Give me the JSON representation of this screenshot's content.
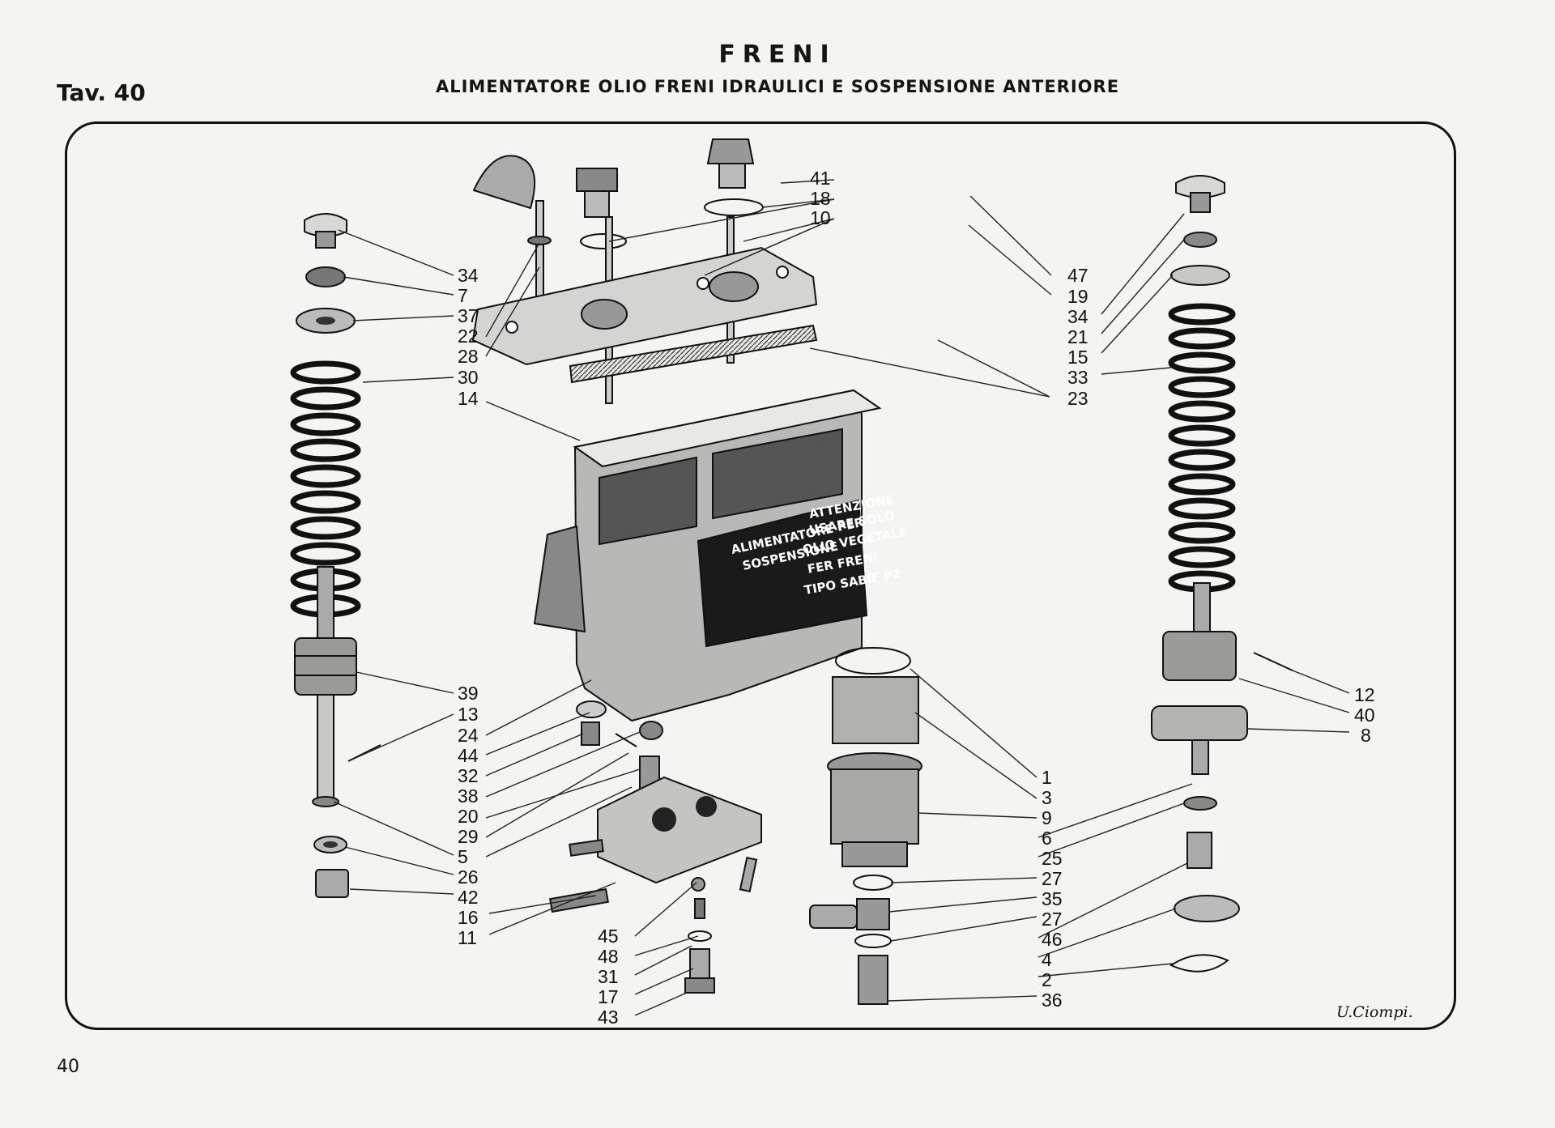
{
  "header": {
    "title": "FRENI",
    "subtitle": "ALIMENTATORE OLIO FRENI IDRAULICI E SOSPENSIONE ANTERIORE",
    "plate": "Tav. 40"
  },
  "footer": {
    "page_number": "40"
  },
  "signature": "U.Ciompi.",
  "reservoir_plates": {
    "left_lines": [
      "ALIMENTATORE PER",
      "SOSPENSIONE"
    ],
    "right_lines": [
      "ATTENZIONE",
      "USARE SOLO",
      "OLIO VEGETALE",
      "FER FRENI",
      "TIPO SABIF P2"
    ]
  },
  "callouts": {
    "left_column": [
      "34",
      "7",
      "37",
      "22",
      "28",
      "30",
      "14",
      "39",
      "13",
      "24",
      "44",
      "32",
      "38",
      "20",
      "29",
      "5",
      "26",
      "42",
      "16",
      "11"
    ],
    "top_center": [
      "41",
      "18",
      "10"
    ],
    "bottom_center": [
      "45",
      "48",
      "31",
      "17",
      "43"
    ],
    "middle_column": [
      "1",
      "3",
      "9",
      "6",
      "25",
      "27",
      "35",
      "27",
      "46",
      "4",
      "2",
      "36"
    ],
    "right_column": [
      "47",
      "19",
      "34",
      "21",
      "15",
      "33",
      "23",
      "12",
      "40",
      "8"
    ]
  }
}
